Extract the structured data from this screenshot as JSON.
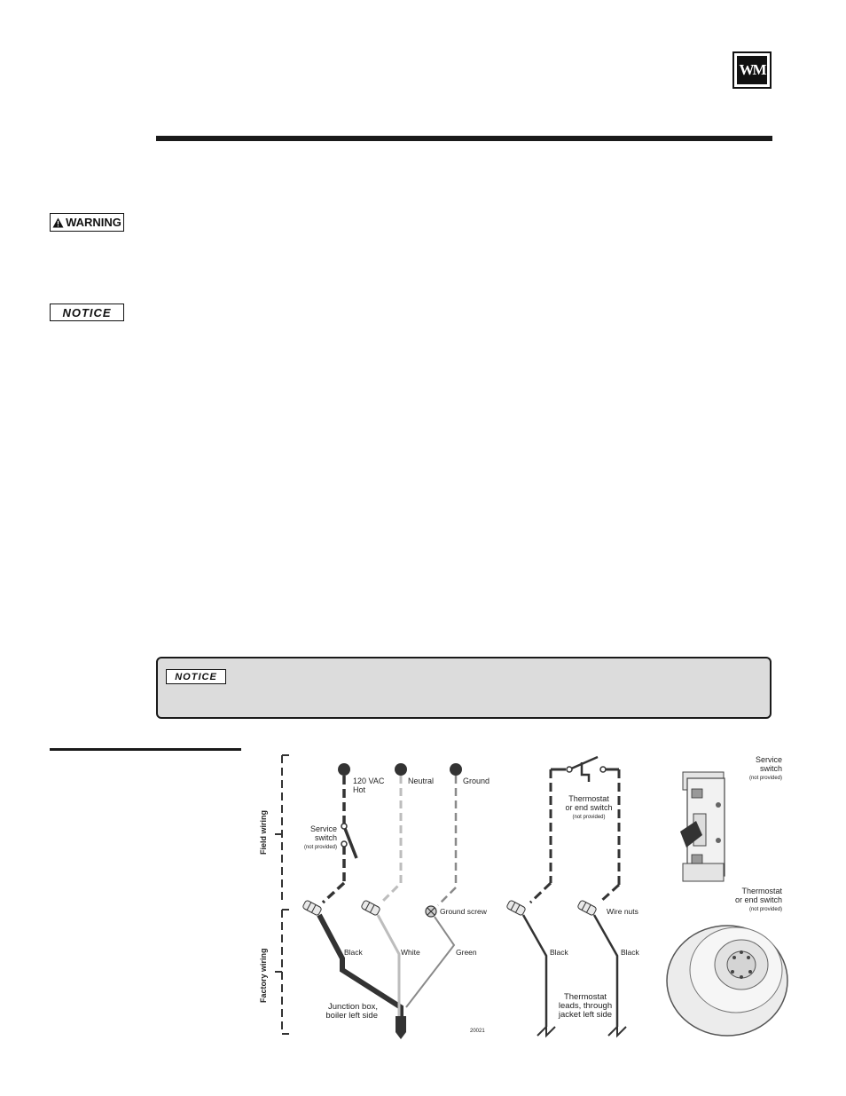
{
  "logo": {
    "text": "WM"
  },
  "badges": {
    "warning": "WARNING",
    "notice": "NOTICE",
    "notice_box": "NOTICE"
  },
  "diagram": {
    "side_labels": {
      "field": "Field wiring",
      "factory": "Factory wiring"
    },
    "labels": {
      "hot": [
        "120 VAC",
        "Hot"
      ],
      "neutral": "Neutral",
      "ground": "Ground",
      "service_switch": [
        "Service",
        "switch"
      ],
      "service_switch_note": "(not provided)",
      "thermostat": [
        "Thermostat",
        "or end switch"
      ],
      "thermostat_note": "(not provided)",
      "ground_screw": "Ground screw",
      "wire_nuts": "Wire nuts",
      "black1": "Black",
      "white": "White",
      "green": "Green",
      "black2": "Black",
      "black3": "Black",
      "junction": [
        "Junction box,",
        "boiler left side"
      ],
      "thermostat_leads": [
        "Thermostat",
        "leads, through",
        "jacket left side"
      ],
      "code": "20021",
      "photo_service": [
        "Service",
        "switch"
      ],
      "photo_service_note": "(not provided)",
      "photo_thermostat": [
        "Thermostat",
        "or end switch"
      ],
      "photo_thermostat_note": "(not provided)"
    }
  },
  "colors": {
    "black_wire": "#333333",
    "white_wire": "#bdbdbd",
    "green_wire": "#8a8a8a",
    "notice_bg": "#dcdcdc"
  }
}
